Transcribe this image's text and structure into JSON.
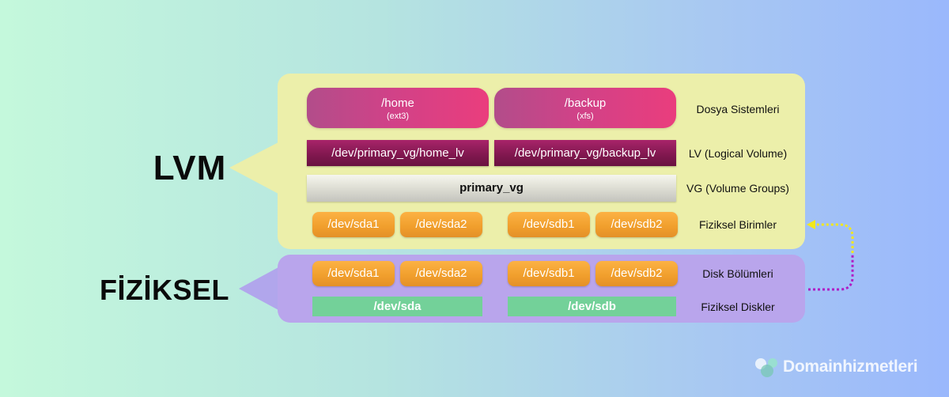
{
  "headings": {
    "lvm": "LVM",
    "physical": "FİZİKSEL"
  },
  "filesystems": [
    {
      "name": "/home",
      "fs": "(ext3)"
    },
    {
      "name": "/backup",
      "fs": "(xfs)"
    }
  ],
  "logical_volumes": [
    "/dev/primary_vg/home_lv",
    "/dev/primary_vg/backup_lv"
  ],
  "volume_group": "primary_vg",
  "physical_units": [
    "/dev/sda1",
    "/dev/sda2",
    "/dev/sdb1",
    "/dev/sdb2"
  ],
  "partitions": [
    "/dev/sda1",
    "/dev/sda2",
    "/dev/sdb1",
    "/dev/sdb2"
  ],
  "disks": [
    "/dev/sda",
    "/dev/sdb"
  ],
  "layer_labels": {
    "filesystems": "Dosya Sistemleri",
    "lv": "LV (Logical Volume)",
    "vg": "VG (Volume Groups)",
    "pv": "Fiziksel Birimler",
    "partitions": "Disk Bölümleri",
    "disks": "Fiziksel Diskler"
  },
  "logo": "Domainhizmetleri",
  "colors": {
    "lvm_panel": "#ecefaa",
    "physical_panel": "#b9a5ec",
    "filesystem_pill": "#d04288",
    "logical_volume": "#821850",
    "partition": "#f09e2c",
    "disk": "#73d199",
    "connector_yellow": "#f2e81a",
    "connector_magenta": "#b01cc4"
  }
}
